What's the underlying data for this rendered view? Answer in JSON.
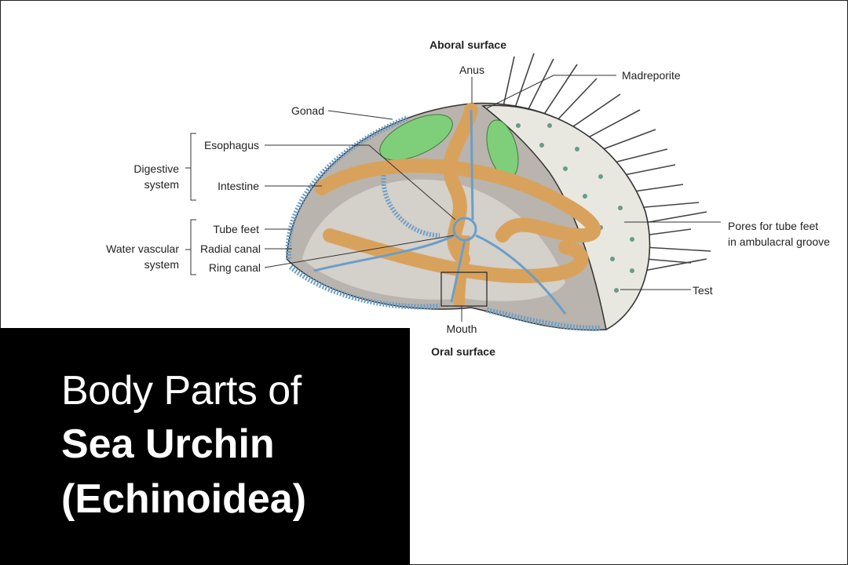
{
  "diagram": {
    "header_top": "Aboral surface",
    "header_bottom": "Oral surface",
    "labels": {
      "anus": "Anus",
      "madreporite": "Madreporite",
      "gonad": "Gonad",
      "esophagus": "Esophagus",
      "intestine": "Intestine",
      "digestive_1": "Digestive",
      "digestive_2": "system",
      "tube_feet": "Tube feet",
      "radial_canal": "Radial canal",
      "ring_canal": "Ring canal",
      "water_1": "Water vascular",
      "water_2": "system",
      "pores_1": "Pores for tube feet",
      "pores_2": "in ambulacral groove",
      "test": "Test",
      "mouth": "Mouth"
    },
    "colors": {
      "gonad": "#7fcf7a",
      "intestine": "#d9a25c",
      "canal": "#6b9ec8"
    }
  },
  "title": {
    "line1": "Body Parts of",
    "line2": "Sea Urchin",
    "line3": "(Echinoidea)"
  }
}
